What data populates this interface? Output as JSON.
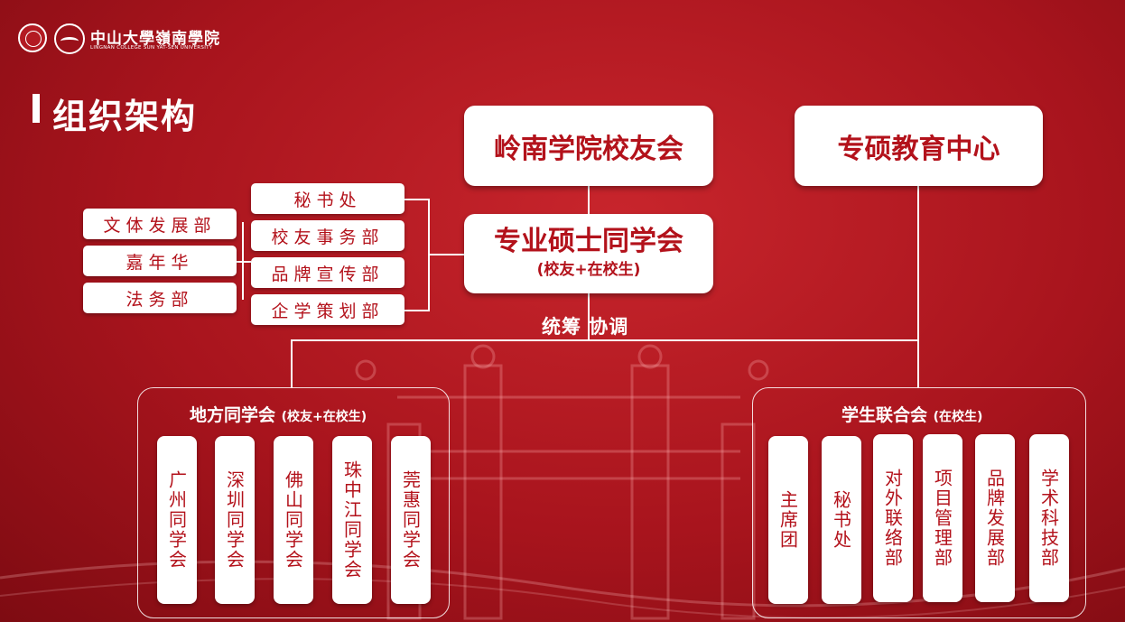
{
  "logo": {
    "name": "中山大學嶺南學院",
    "sub": "LINGNAN COLLEGE SUN YAT-SEN UNIVERSITY"
  },
  "page_title": "组织架构",
  "top_boxes": {
    "alumni": "岭南学院校友会",
    "center": "专硕教育中心"
  },
  "master_assoc": {
    "title": "专业硕士同学会",
    "sub": "(校友+在校生)"
  },
  "departments": [
    "秘书处",
    "校友事务部",
    "品牌宣传部",
    "企学策划部"
  ],
  "sub_departments": [
    "文体发展部",
    "嘉年华",
    "法务部"
  ],
  "coordinate": "统筹 协调",
  "local": {
    "title": "地方同学会",
    "note": "(校友+在校生)",
    "items": [
      "广州同学会",
      "深圳同学会",
      "佛山同学会",
      "珠中江同学会",
      "莞惠同学会"
    ]
  },
  "student": {
    "title": "学生联合会",
    "note": "(在校生)",
    "items": [
      "主席团",
      "秘书处",
      "对外联络部",
      "项目管理部",
      "品牌发展部",
      "学术科技部"
    ]
  }
}
